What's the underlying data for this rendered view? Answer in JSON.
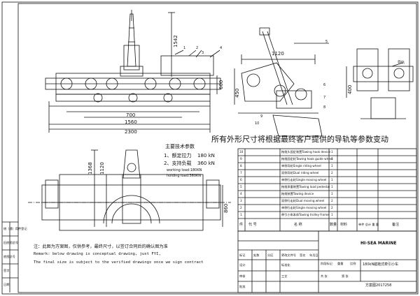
{
  "title": {
    "company": "HI-SEA MARINE",
    "product": "180kN艏拖式牵引小车",
    "drawing_no": "方案图2017258"
  },
  "banner": "所有外形尺寸将根据最终客户提供的导轨等参数变动",
  "specs": {
    "heading": "主要技术参数",
    "line1_label": "1、额定拉力",
    "line1_value": "180  kN",
    "line2_label": "2、支持负载",
    "line2_value": "360  kN",
    "working_load": "working load:180KN",
    "holding_load": "holding load:360KN"
  },
  "notes": {
    "cn": "注：此图为方案图，仅供参考，最终尺寸，以签订合同后的确认图为准",
    "en1": "Remark: below drawing is conceptual drawing, just FYI,",
    "en2": "The final size is subject to the verified drawings once we sign contract"
  },
  "dimensions": {
    "front_height": "1542",
    "front_w1": "700",
    "front_w2": "1560",
    "front_w3": "2300",
    "front_side": "600",
    "side_w": "1120",
    "side_h": "450",
    "end_h": "400",
    "end_label": "导轨",
    "plan_h1": "1368",
    "plan_h2": "1120",
    "plan_w": "860"
  },
  "callouts": {
    "front": [
      "1",
      "2",
      "3",
      "4"
    ],
    "side": [
      "5",
      "6",
      "7",
      "8",
      "9",
      "10"
    ]
  },
  "bom": {
    "rows": [
      {
        "no": "10",
        "name": "拖缆头固定装置Towing hook device",
        "qty": "1"
      },
      {
        "no": "9",
        "name": "拖缆固定轮Towing hook guide wheel",
        "qty": "1"
      },
      {
        "no": "8",
        "name": "单侧导轮Single riding wheel",
        "qty": "1"
      },
      {
        "no": "7",
        "name": "双侧导轮Dual riding wheel",
        "qty": "2"
      },
      {
        "no": "6",
        "name": "单侧行走轮Single moving wheel",
        "qty": "1"
      },
      {
        "no": "5",
        "name": "拖缆承重装置Towing load pedestal",
        "qty": "1"
      },
      {
        "no": "4",
        "name": "拖缆装置Towing device",
        "qty": "1"
      },
      {
        "no": "3",
        "name": "双侧行走轮Dual moving wheel",
        "qty": "2"
      },
      {
        "no": "2",
        "name": "单侧行走轮Single moving wheel",
        "qty": "2"
      },
      {
        "no": "1",
        "name": "牵引小车本体Towing trolley frame",
        "qty": "1"
      }
    ],
    "headers": {
      "no": "件",
      "code": "代  号",
      "name": "名     称",
      "qty": "数量",
      "material": "材料",
      "weight": "单件 总计 重 量",
      "remark": "备注"
    }
  },
  "title_block": {
    "labels": [
      "标记",
      "处数",
      "分区",
      "更改文件号",
      "签名",
      "年月日",
      "设计",
      "标准化",
      "审核",
      "工艺",
      "批准",
      "阶段标记",
      "重量",
      "比例",
      "共 张",
      "第 张"
    ],
    "left_labels": [
      "借（通）用件登记",
      "旧底图总号",
      "底图总号",
      "签字",
      "日期"
    ]
  }
}
